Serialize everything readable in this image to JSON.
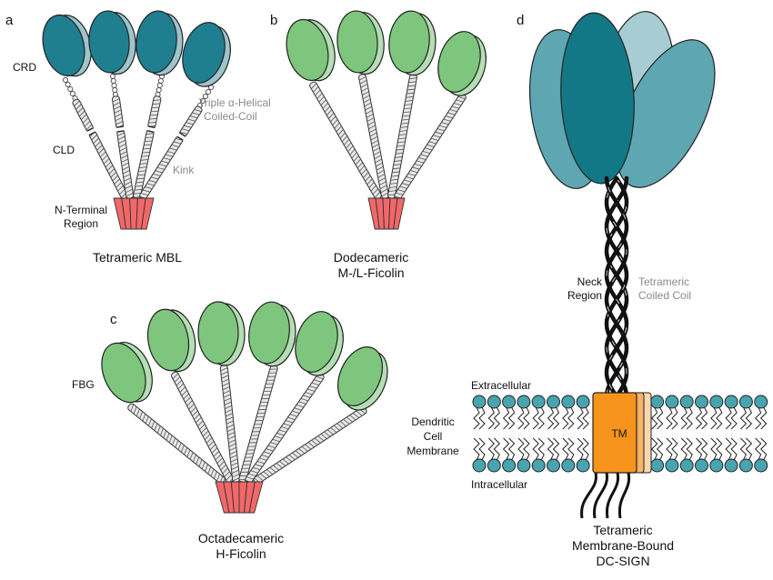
{
  "panels": {
    "a": {
      "letter": "a",
      "caption": "Tetrameric MBL",
      "labels": {
        "crd": "CRD",
        "cld": "CLD",
        "helix_1": "Triple α-Helical",
        "helix_2": "Coiled-Coil",
        "kink": "Kink",
        "nterm_1": "N-Terminal",
        "nterm_2": "Region"
      },
      "head_color": "#1f7f90",
      "head_back_color": "#9ec4cc"
    },
    "b": {
      "letter": "b",
      "caption_1": "Dodecameric",
      "caption_2": "M-/L-Ficolin",
      "head_color": "#7ec67e"
    },
    "c": {
      "letter": "c",
      "caption_1": "Octadecameric",
      "caption_2": "H-Ficolin",
      "labels": {
        "fbg": "FBG"
      },
      "head_color": "#7ec67e"
    },
    "d": {
      "letter": "d",
      "caption_1": "Tetrameric",
      "caption_2": "Membrane-Bound",
      "caption_3": "DC-SIGN",
      "labels": {
        "neck_1": "Neck",
        "neck_2": "Region",
        "coil_1": "Tetrameric",
        "coil_2": "Coiled Coil",
        "extracellular": "Extracellular",
        "intracellular": "Intracellular",
        "membrane_1": "Dendritic",
        "membrane_2": "Cell",
        "membrane_3": "Membrane",
        "tm": "TM"
      },
      "lobe_colors": [
        "#5ea6b2",
        "#a7cdd3",
        "#5ea6b2",
        "#137885"
      ],
      "tm_color": "#f7941d",
      "bead_color": "#4aa3b0"
    }
  },
  "colors": {
    "stalk_fill": "#e8e8e8",
    "nterm_red": "#f26868",
    "green_back": "#b5deb5"
  }
}
